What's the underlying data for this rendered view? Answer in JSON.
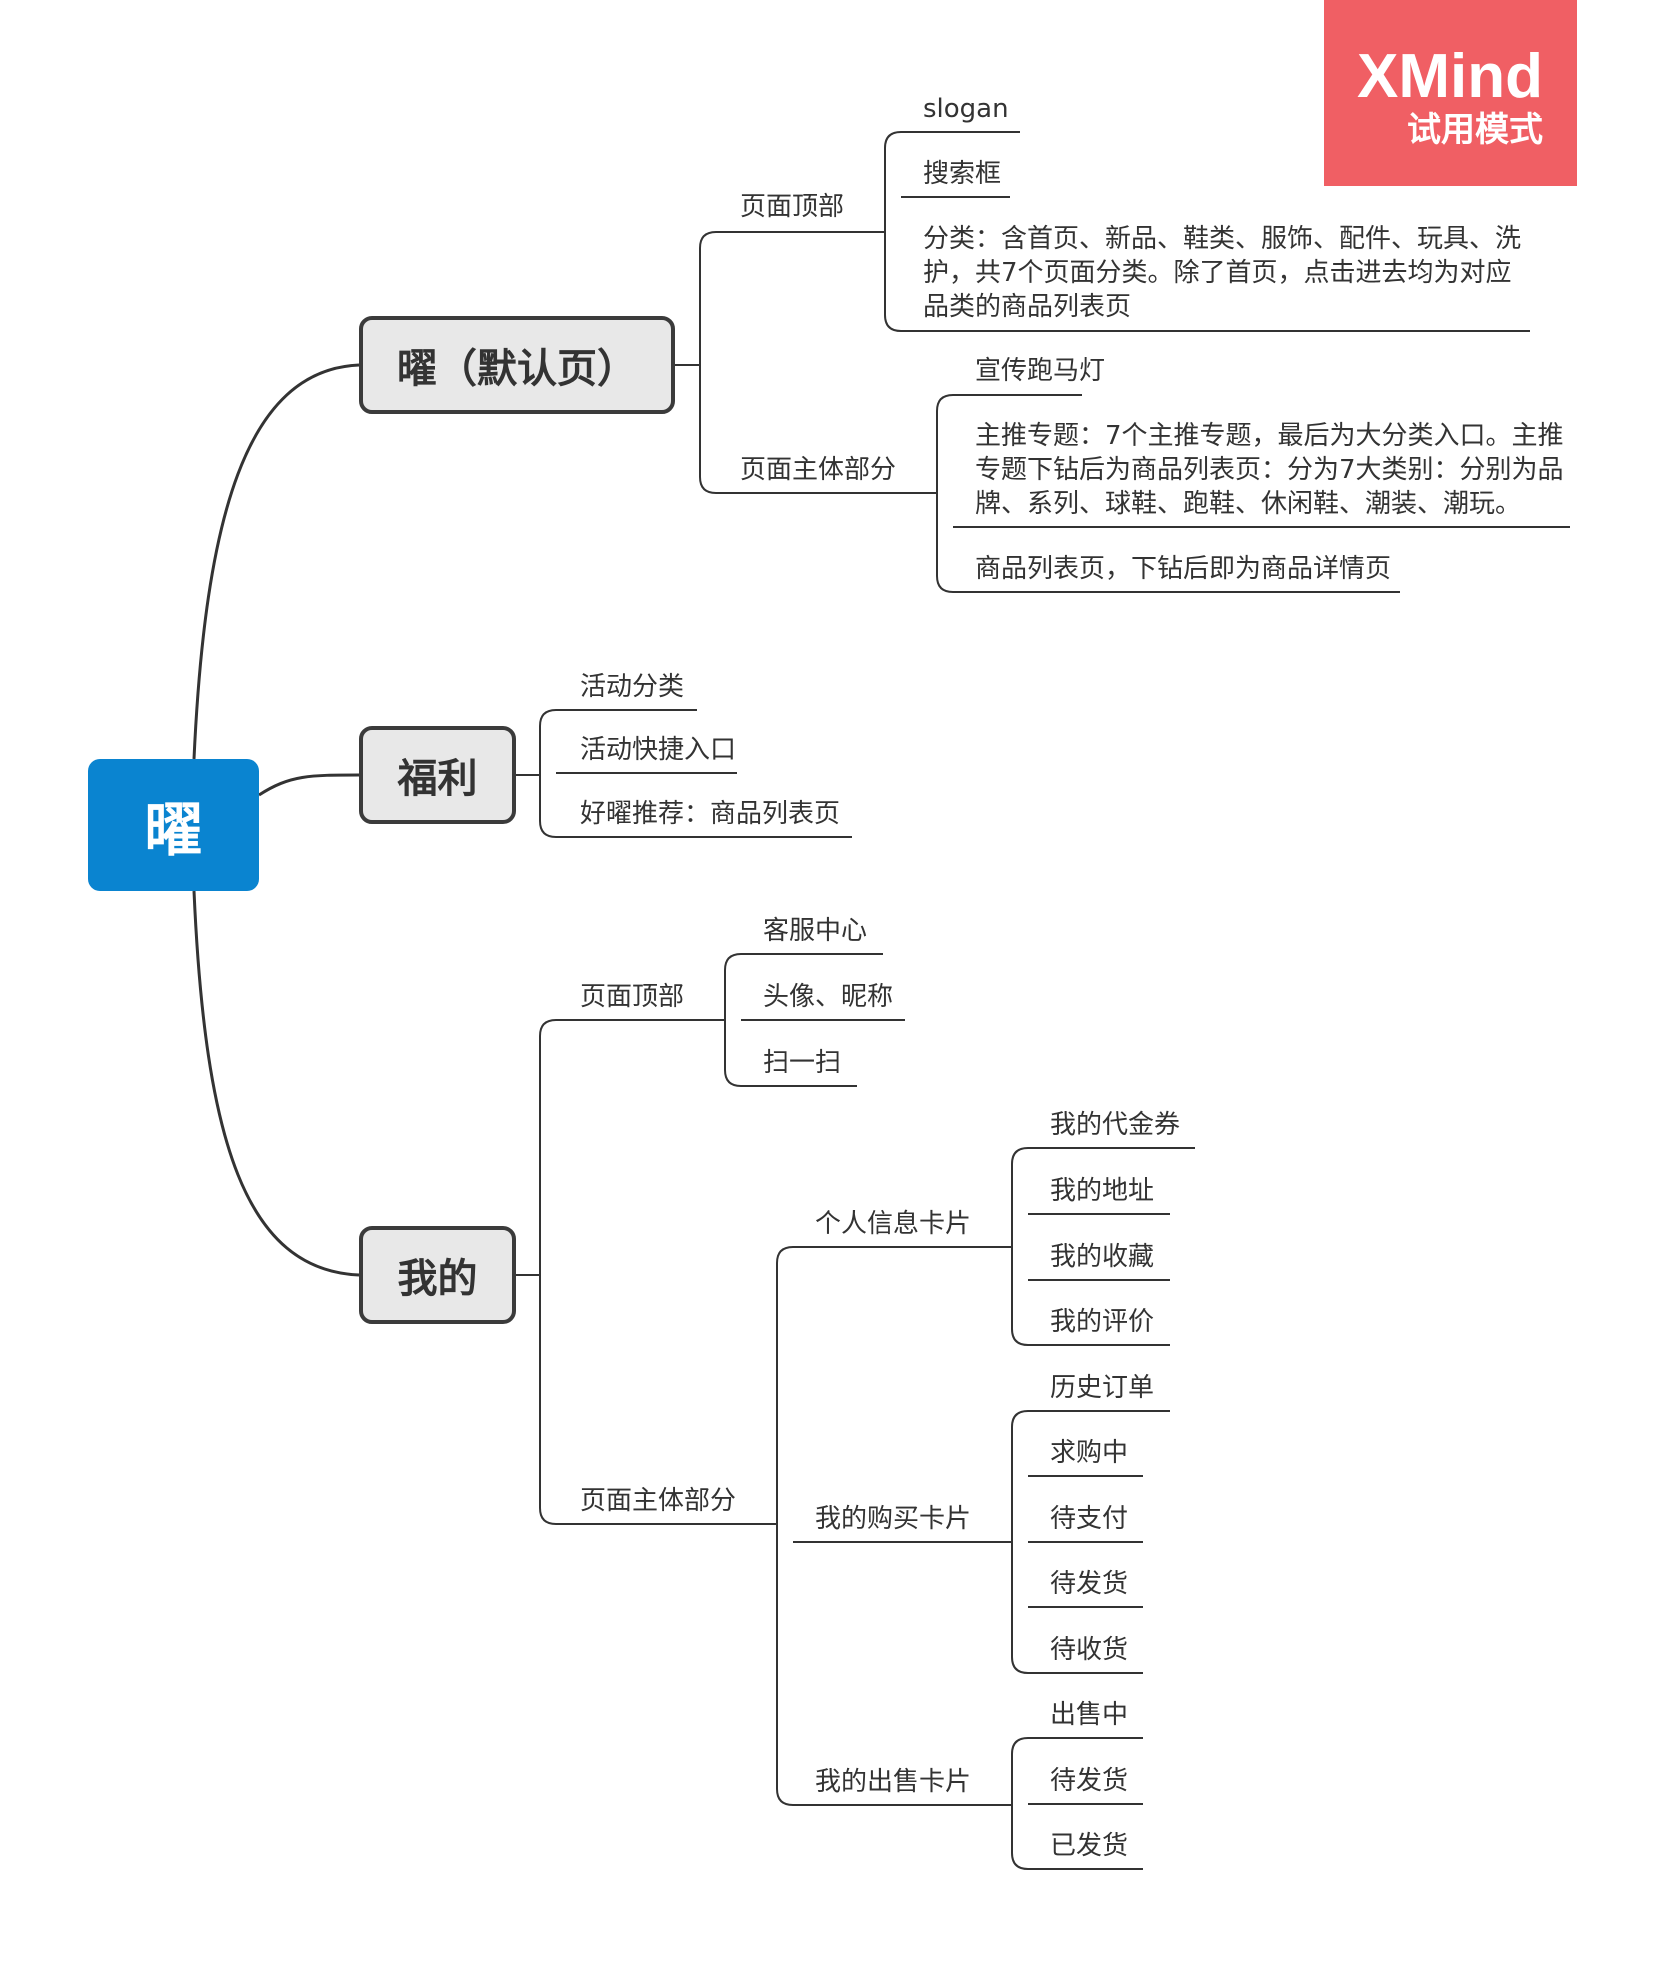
{
  "watermark": {
    "title": "XMind",
    "subtitle": "试用模式"
  },
  "root": "曜",
  "branches": [
    {
      "label": "曜（默认页）",
      "children": [
        {
          "label": "页面顶部",
          "children": [
            "slogan",
            "搜索框",
            "分类：含首页、新品、鞋类、服饰、配件、玩具、洗护，共7个页面分类。除了首页，点击进去均为对应品类的商品列表页"
          ]
        },
        {
          "label": "页面主体部分",
          "children": [
            "宣传跑马灯",
            "主推专题：7个主推专题，最后为大分类入口。主推专题下钻后为商品列表页：分为7大类别：分别为品牌、系列、球鞋、跑鞋、休闲鞋、潮装、潮玩。",
            "商品列表页，下钻后即为商品详情页"
          ]
        }
      ]
    },
    {
      "label": "福利",
      "children": [
        {
          "label": "活动分类"
        },
        {
          "label": "活动快捷入口"
        },
        {
          "label": "好曜推荐：商品列表页"
        }
      ]
    },
    {
      "label": "我的",
      "children": [
        {
          "label": "页面顶部",
          "children": [
            "客服中心",
            "头像、昵称",
            "扫一扫"
          ]
        },
        {
          "label": "页面主体部分",
          "children": [
            {
              "label": "个人信息卡片",
              "children": [
                "我的代金券",
                "我的地址",
                "我的收藏",
                "我的评价"
              ]
            },
            {
              "label": "我的购买卡片",
              "children": [
                "历史订单",
                "求购中",
                "待支付",
                "待发货",
                "待收货"
              ]
            },
            {
              "label": "我的出售卡片",
              "children": [
                "出售中",
                "待发货",
                "已发货"
              ]
            }
          ]
        }
      ]
    }
  ]
}
